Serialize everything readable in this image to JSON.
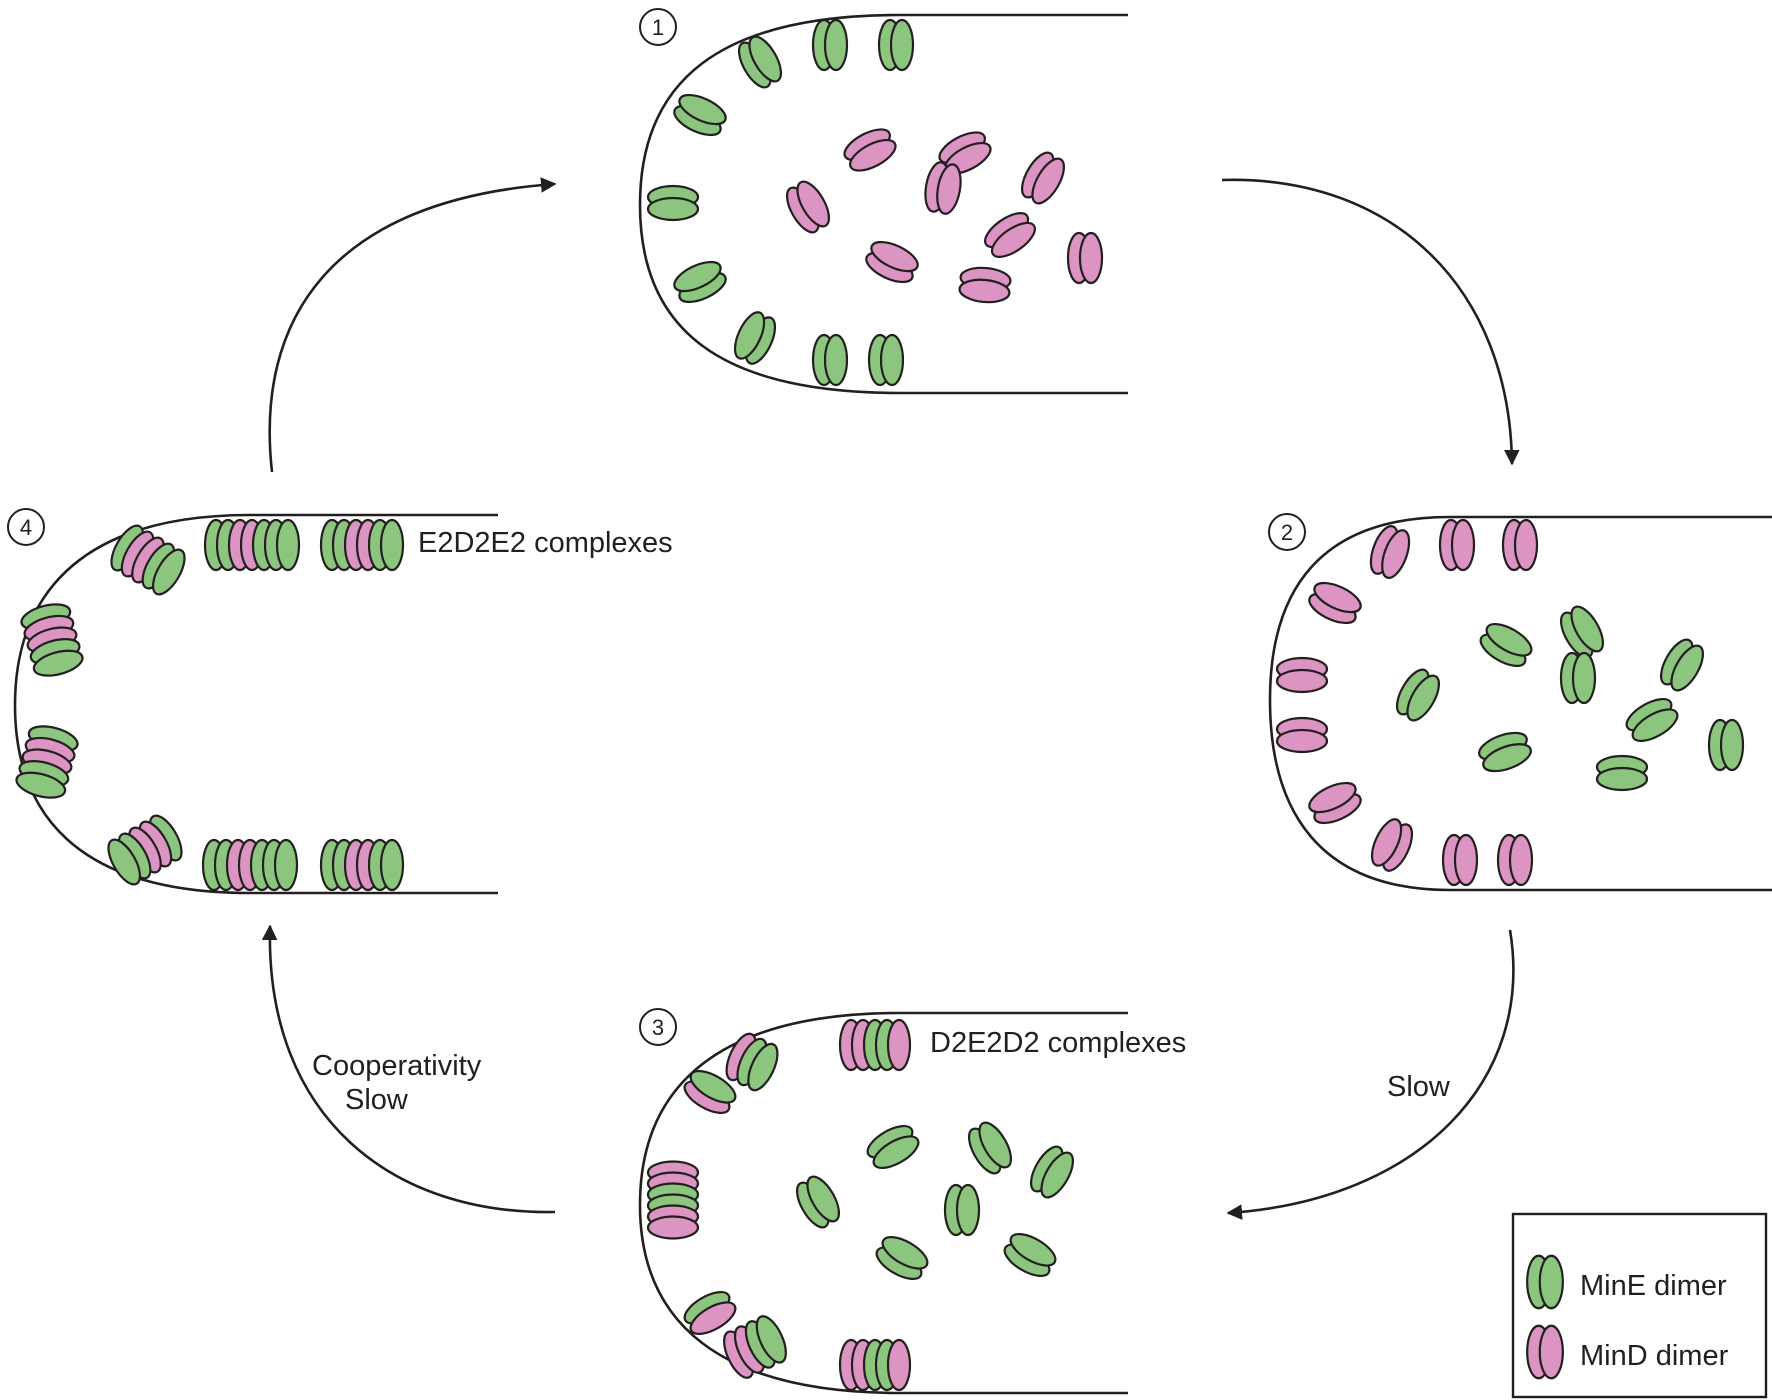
{
  "colors": {
    "minE": "#8cc67e",
    "minD": "#dc94c3",
    "outline": "#231f20"
  },
  "steps": [
    "1",
    "2",
    "3",
    "4"
  ],
  "labels": {
    "complex3": "D2E2D2 complexes",
    "complex4": "E2D2E2 complexes",
    "slow_right": "Slow",
    "cooperativity": "Cooperativity",
    "slow_left": "Slow"
  },
  "legend": [
    {
      "label": "MinE dimer",
      "kind": "E"
    },
    {
      "label": "MinD dimer",
      "kind": "D"
    }
  ]
}
